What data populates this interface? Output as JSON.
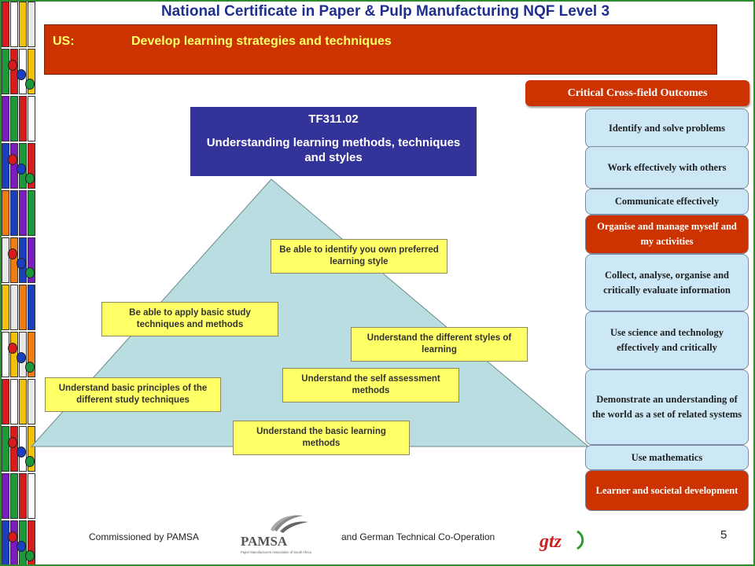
{
  "title": "National Certificate in Paper & Pulp Manufacturing NQF Level 3",
  "unit_standard": {
    "prefix": "US:",
    "text": "Develop learning strategies and techniques"
  },
  "top_box": {
    "code": "TF311.02",
    "title": "Understanding learning methods, techniques and styles"
  },
  "outcomes": [
    "Be able to identify you own preferred learning style",
    "Be able to apply basic study techniques and methods",
    "Understand the different styles of learning",
    "Understand the self assessment methods",
    "Understand basic principles of the different study techniques",
    "Understand the basic learning methods"
  ],
  "ccfo": {
    "heading": "Critical Cross-field Outcomes",
    "items": [
      "Identify and solve problems",
      "Work effectively with others",
      "Communicate effectively",
      "Organise and manage myself and my activities",
      "Collect, analyse, organise and critically evaluate information",
      "Use science and technology effectively and critically",
      "Demonstrate an understanding of the world as a set of related systems",
      "Use mathematics",
      "Learner and societal development"
    ],
    "highlighted": [
      "Organise and manage myself and my activities",
      "Learner and societal development"
    ]
  },
  "footer": {
    "commissioned": "Commissioned by PAMSA",
    "partner": "and German Technical Co-Operation",
    "page_number": "5"
  },
  "logos": {
    "pamsa": "PAMSA",
    "pamsa_sub": "Paper Manufacturers Association of South Africa",
    "gtz": "gtz"
  },
  "colors": {
    "frame": "#2e8b2e",
    "title": "#1f2f8f",
    "us_bar": "#cc3300",
    "us_text": "#ffff66",
    "top_box": "#333399",
    "pyramid": "#b9dde0",
    "outcome_box": "#ffff66",
    "ccfo_box": "#cce8f6",
    "ccfo_active": "#cc3300"
  }
}
